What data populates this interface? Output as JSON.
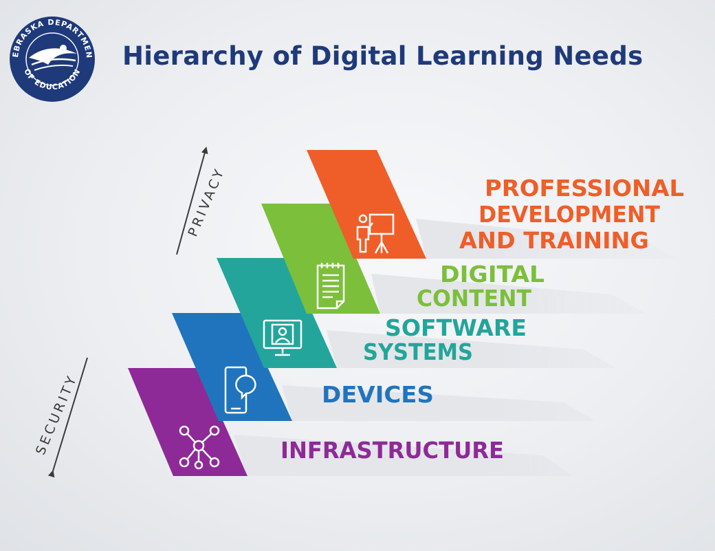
{
  "header": {
    "title": "Hierarchy of Digital Learning Needs",
    "logo": {
      "ring_top_text": "NEBRASKA DEPARTMENT",
      "ring_bottom_text": "OF EDUCATION",
      "color": "#1f3a7a"
    }
  },
  "axis": {
    "lower_label": "SECURITY",
    "upper_label": "PRIVACY",
    "color": "#3a3a3a"
  },
  "levels": [
    {
      "label_lines": [
        "INFRASTRUCTURE"
      ],
      "color": "#8e2a97",
      "icon": "network-icon"
    },
    {
      "label_lines": [
        "DEVICES"
      ],
      "color": "#2074bd",
      "icon": "tablet-chat-icon"
    },
    {
      "label_lines": [
        "SOFTWARE",
        "SYSTEMS"
      ],
      "color": "#23a59b",
      "icon": "monitor-user-icon"
    },
    {
      "label_lines": [
        "DIGITAL",
        "CONTENT"
      ],
      "color": "#7cbf3b",
      "icon": "notepad-icon"
    },
    {
      "label_lines": [
        "PROFESSIONAL",
        "DEVELOPMENT",
        "AND TRAINING"
      ],
      "color": "#ef5e29",
      "icon": "presenter-icon"
    }
  ]
}
